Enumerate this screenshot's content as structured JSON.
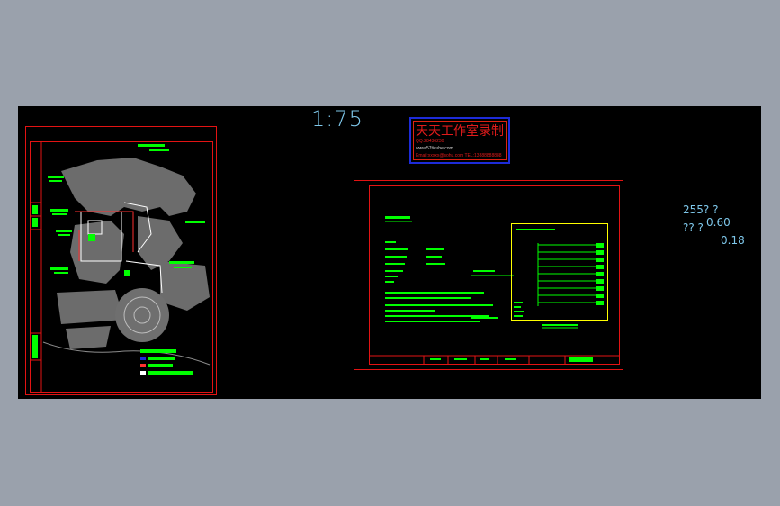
{
  "viewport": {
    "background": "#9aa1ac",
    "canvas_color": "#000000"
  },
  "drawing": {
    "scale_label": "1:75",
    "stamp": {
      "title": "天天工作室录制",
      "line1": "QQ:28436230",
      "line2": "www.57ticube.com",
      "line3": "Email:xxxxx@sohu.com TEL:13888888888"
    },
    "readouts": [
      {
        "label": "255? ?",
        "value": "0.60"
      },
      {
        "label": "?? ?",
        "value": "0.18"
      }
    ]
  },
  "colors": {
    "border_red": "#e31313",
    "lines_green": "#00ff00",
    "schematic_yellow": "#ffff00",
    "text_cyan": "#7ec7ea",
    "stamp_blue": "#1d2bd9"
  },
  "icons": {
    "site_plan": "site-plan-drawing",
    "schematic": "electrical-schematic-drawing"
  }
}
